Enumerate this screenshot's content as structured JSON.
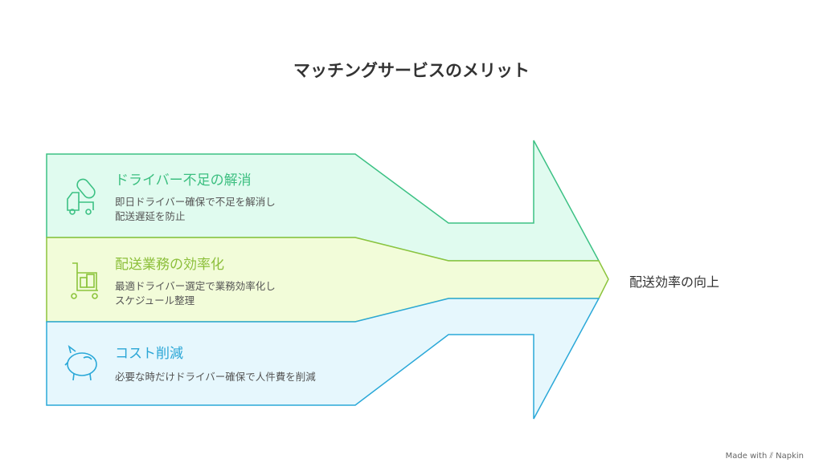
{
  "title": "マッチングサービスのメリット",
  "items": [
    {
      "title": "ドライバー不足の解消",
      "desc1": "即日ドライバー確保で不足を解消し",
      "desc2": "配送遅延を防止",
      "icon": "truck-pill-icon",
      "color": "#3cbf80"
    },
    {
      "title": "配送業務の効率化",
      "desc1": "最適ドライバー選定で業務効率化し",
      "desc2": "スケジュール整理",
      "icon": "cart-boxes-icon",
      "color": "#8cbf3a"
    },
    {
      "title": "コスト削減",
      "desc1": "必要な時だけドライバー確保で人件費を削減",
      "icon": "piggy-bank-icon",
      "color": "#2aa6d6"
    }
  ],
  "result": "配送効率の向上",
  "credit": "Made with ⫽ Napkin"
}
